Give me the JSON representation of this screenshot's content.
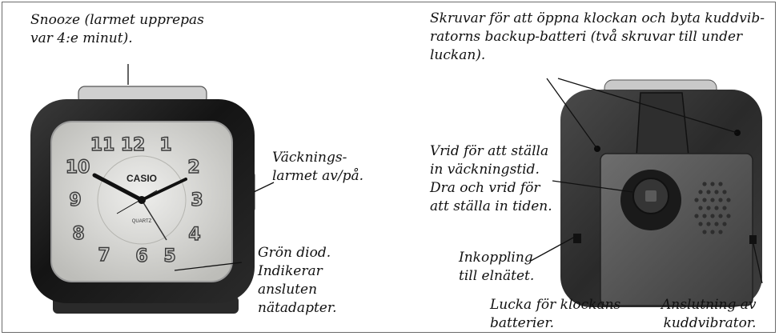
{
  "brand": "CASIO",
  "dial_label": "QUARTZ",
  "dial_numerals": [
    "12",
    "1",
    "2",
    "3",
    "4",
    "5",
    "6",
    "7",
    "8",
    "9",
    "10",
    "11"
  ],
  "captions": {
    "snooze": "Snooze (larmet upprepas\nvar 4:e minut).",
    "alarm_switch": "Väcknings-\nlarmet av/på.",
    "green_led": "Grön diod.\nIndikerar\nansluten\nnätadapter.",
    "screws": "Skruvar för att öppna klockan och byta kuddvib-\nratorns backup-batteri (två skruvar till under\nluckan).",
    "knob": "Vrid för att ställa\nin väckningstid.\nDra och vrid för\natt ställa in tiden.",
    "mains": "Inkoppling\ntill elnätet.",
    "battery_cover": "Lucka för klockans\nbatterier.",
    "vibrator_port": "Anslutning av\nkuddvibrator."
  },
  "colors": {
    "clock_body": "#1c1c1c",
    "face": "#d9d9d6",
    "text": "#111111"
  }
}
